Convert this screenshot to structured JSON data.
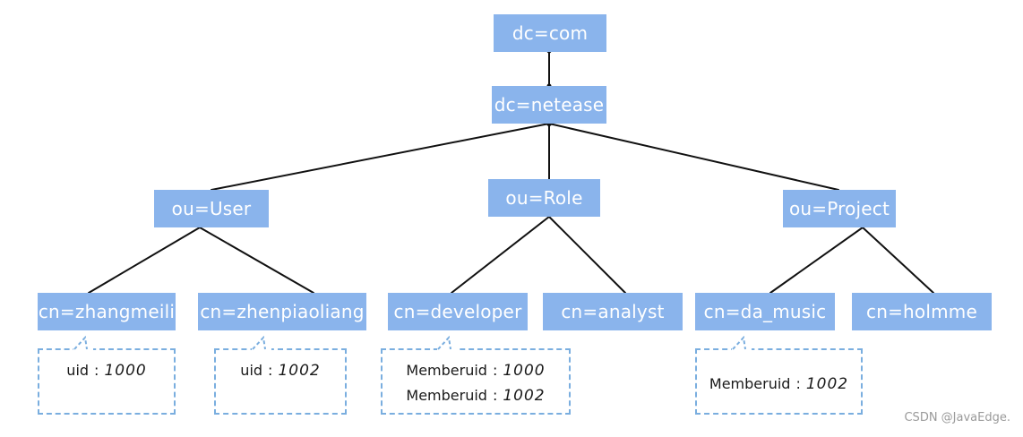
{
  "tree": {
    "root": "dc=com",
    "child": "dc=netease",
    "ou": {
      "user": "ou=User",
      "role": "ou=Role",
      "project": "ou=Project"
    },
    "cn": {
      "zhangmeili": "cn=zhangmeili",
      "zhenpiaoliang": "cn=zhenpiaoliang",
      "developer": "cn=developer",
      "analyst": "cn=analyst",
      "da_music": "cn=da_music",
      "holmme": "cn=holmme"
    }
  },
  "notes": {
    "zhangmeili": {
      "key": "uid",
      "sep": ":",
      "value": "1000"
    },
    "zhenpiaoliang": {
      "key": "uid",
      "sep": ":",
      "value": "1002"
    },
    "developer": [
      {
        "key": "Memberuid",
        "sep": ":",
        "value": "1000"
      },
      {
        "key": "Memberuid",
        "sep": ":",
        "value": "1002"
      }
    ],
    "da_music": {
      "key": "Memberuid",
      "sep": ":",
      "value": "1002"
    }
  },
  "watermark": "CSDN @JavaEdge."
}
